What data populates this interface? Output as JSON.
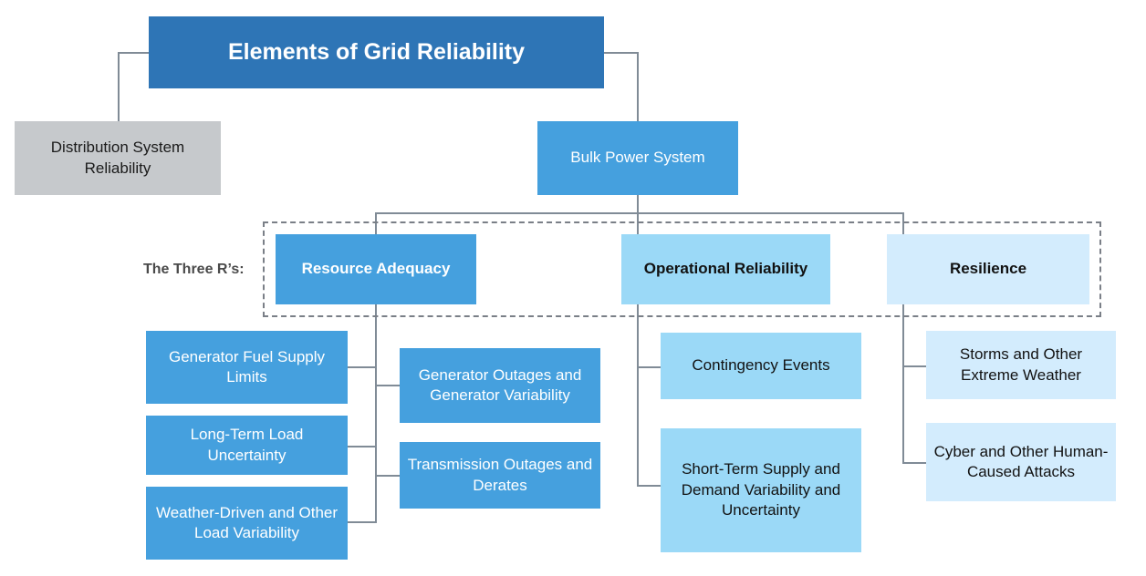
{
  "diagram": {
    "title_node": {
      "label": "Elements of Grid Reliability"
    },
    "level1": [
      {
        "id": "distribution-system-reliability",
        "label": "Distribution System Reliability"
      },
      {
        "id": "bulk-power-system",
        "label": "Bulk Power System"
      }
    ],
    "group_caption": "The Three R’s:",
    "three_rs": [
      {
        "id": "resource-adequacy",
        "label": "Resource Adequacy"
      },
      {
        "id": "operational-reliability",
        "label": "Operational Reliability"
      },
      {
        "id": "resilience",
        "label": "Resilience"
      }
    ],
    "resource_adequacy_children": [
      {
        "id": "generator-fuel-supply-limits",
        "label": "Generator Fuel Supply Limits"
      },
      {
        "id": "long-term-load-uncertainty",
        "label": "Long-Term Load Uncertainty"
      },
      {
        "id": "weather-driven-and-other-load-variability",
        "label": "Weather-Driven and Other Load Variability"
      },
      {
        "id": "generator-outages-and-generator-variability",
        "label": "Generator Outages and Generator Variability"
      },
      {
        "id": "transmission-outages-and-derates",
        "label": "Transmission Outages and Derates"
      }
    ],
    "operational_reliability_children": [
      {
        "id": "contingency-events",
        "label": "Contingency Events"
      },
      {
        "id": "short-term-supply-and-demand-variability-and-uncertainty",
        "label": "Short-Term Supply and Demand Variability and Uncertainty"
      }
    ],
    "resilience_children": [
      {
        "id": "storms-and-other-extreme-weather",
        "label": "Storms and Other Extreme Weather"
      },
      {
        "id": "cyber-and-other-human-caused-attacks",
        "label": "Cyber and Other Human-Caused Attacks"
      }
    ],
    "colors": {
      "title_box": "#2e75b6",
      "gray_box": "#c6c9cc",
      "blue_mid": "#45a0de",
      "blue_light": "#9bd9f7",
      "blue_pale": "#d3ecfd",
      "connector": "#808b96",
      "dashed_border": "#7a7f87",
      "background": "#ffffff"
    }
  }
}
